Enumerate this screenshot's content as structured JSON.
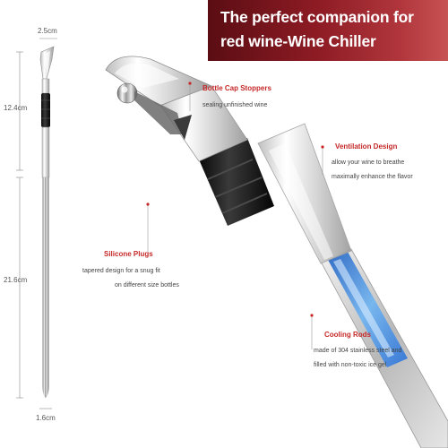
{
  "banner": {
    "line1": "The perfect companion for",
    "line2": "red wine-Wine Chiller"
  },
  "dimensions": {
    "width_top": "2.5cm",
    "height_top": "12.4cm",
    "height_bottom": "21.6cm",
    "width_bottom": "1.6cm"
  },
  "features": {
    "bottle_cap": {
      "title": "Bottle Cap Stoppers",
      "desc1": "sealing unfinished wine"
    },
    "ventilation": {
      "title": "Ventilation Design",
      "desc1": "allow your wine to breathe",
      "desc2": "maximally enhance the flavor"
    },
    "silicone": {
      "title": "Silicone Plugs",
      "desc1": "tapered design for a snug fit",
      "desc2": "on different size bottles"
    },
    "cooling": {
      "title": "Cooling Rods",
      "desc1": "made of 304 stainless steel and",
      "desc2": "filled with non-toxic ice gel"
    }
  },
  "colors": {
    "accent": "#c62828",
    "banner_dark": "#5a0d13",
    "banner_light": "#c85353"
  }
}
